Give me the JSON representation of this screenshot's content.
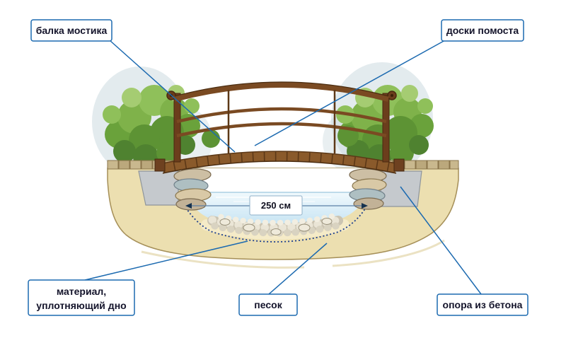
{
  "diagram": {
    "labels": {
      "beam": "балка мостика",
      "deck_boards": "доски помоста",
      "bottom_liner": [
        "материал,",
        "уплотняющий дно"
      ],
      "sand": "песок",
      "concrete_support": "опора из бетона"
    },
    "dimension": {
      "span": "250 см"
    },
    "colors": {
      "callout_blue": "#1c6ab0",
      "wood_brown": "#7a4a22",
      "earth_tan": "#ecdfb0",
      "water_blue": "#c3e2f2",
      "concrete_gray": "#c5c9cd",
      "foliage_green": "#7fb24a"
    }
  }
}
